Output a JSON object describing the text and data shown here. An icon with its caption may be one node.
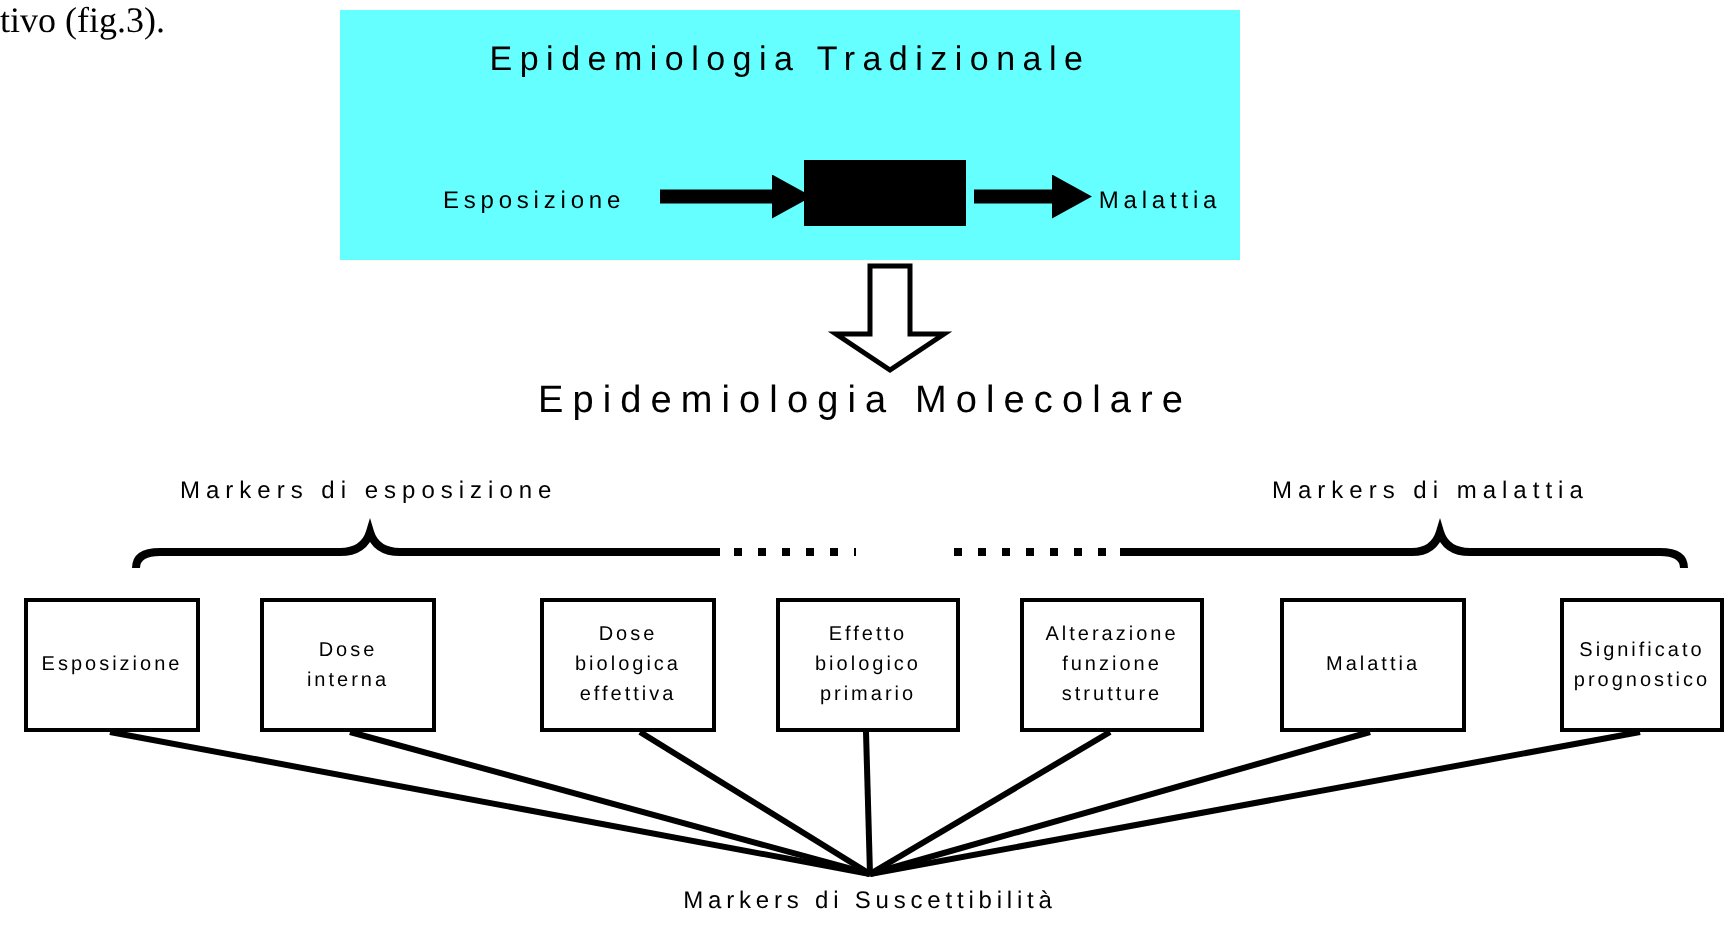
{
  "diagram": {
    "nodes": [
      {
        "text": [
          "Epidemiologia Tradizionale"
        ]
      },
      {
        "text": [
          "Esposizione"
        ],
        "in": 0
      },
      {
        "text": [],
        "shape": "box",
        "in": 0
      },
      {
        "text": [
          "Malattia"
        ],
        "in": 0
      },
      {
        "text": [
          "Epidemiologia Molecolare"
        ]
      },
      {
        "text": [
          "Esposizione"
        ]
      },
      {
        "text": [
          "Dose interna"
        ]
      },
      {
        "text": [
          "Dose biologica effettiva"
        ]
      },
      {
        "text": [
          "Effetto biologico primario"
        ]
      },
      {
        "text": [
          "Alterazione funzione strutture"
        ]
      },
      {
        "text": [
          "Malattia"
        ]
      },
      {
        "text": [
          "Significato prognostico"
        ]
      },
      {
        "text": [
          "Markers di Suscettibilità"
        ]
      }
    ],
    "edges": [
      {
        "from": 1,
        "to": 2,
        "arrow": "to",
        "style": "thick"
      },
      {
        "from": 2,
        "to": 3,
        "arrow": "to",
        "style": "thick"
      },
      {
        "from": 0,
        "to": 4,
        "arrow": "to"
      },
      {
        "from": 5,
        "to": 12,
        "arrow": "none"
      },
      {
        "from": 6,
        "to": 12,
        "arrow": "none"
      },
      {
        "from": 7,
        "to": 12,
        "arrow": "none"
      },
      {
        "from": 8,
        "to": 12,
        "arrow": "none"
      },
      {
        "from": 9,
        "to": 12,
        "arrow": "none"
      },
      {
        "from": 10,
        "to": 12,
        "arrow": "none"
      },
      {
        "from": 11,
        "to": 12,
        "arrow": "none"
      }
    ],
    "labels": [
      "tivo (fig.3).",
      "Markers di esposizione",
      "Markers di malattia"
    ]
  }
}
